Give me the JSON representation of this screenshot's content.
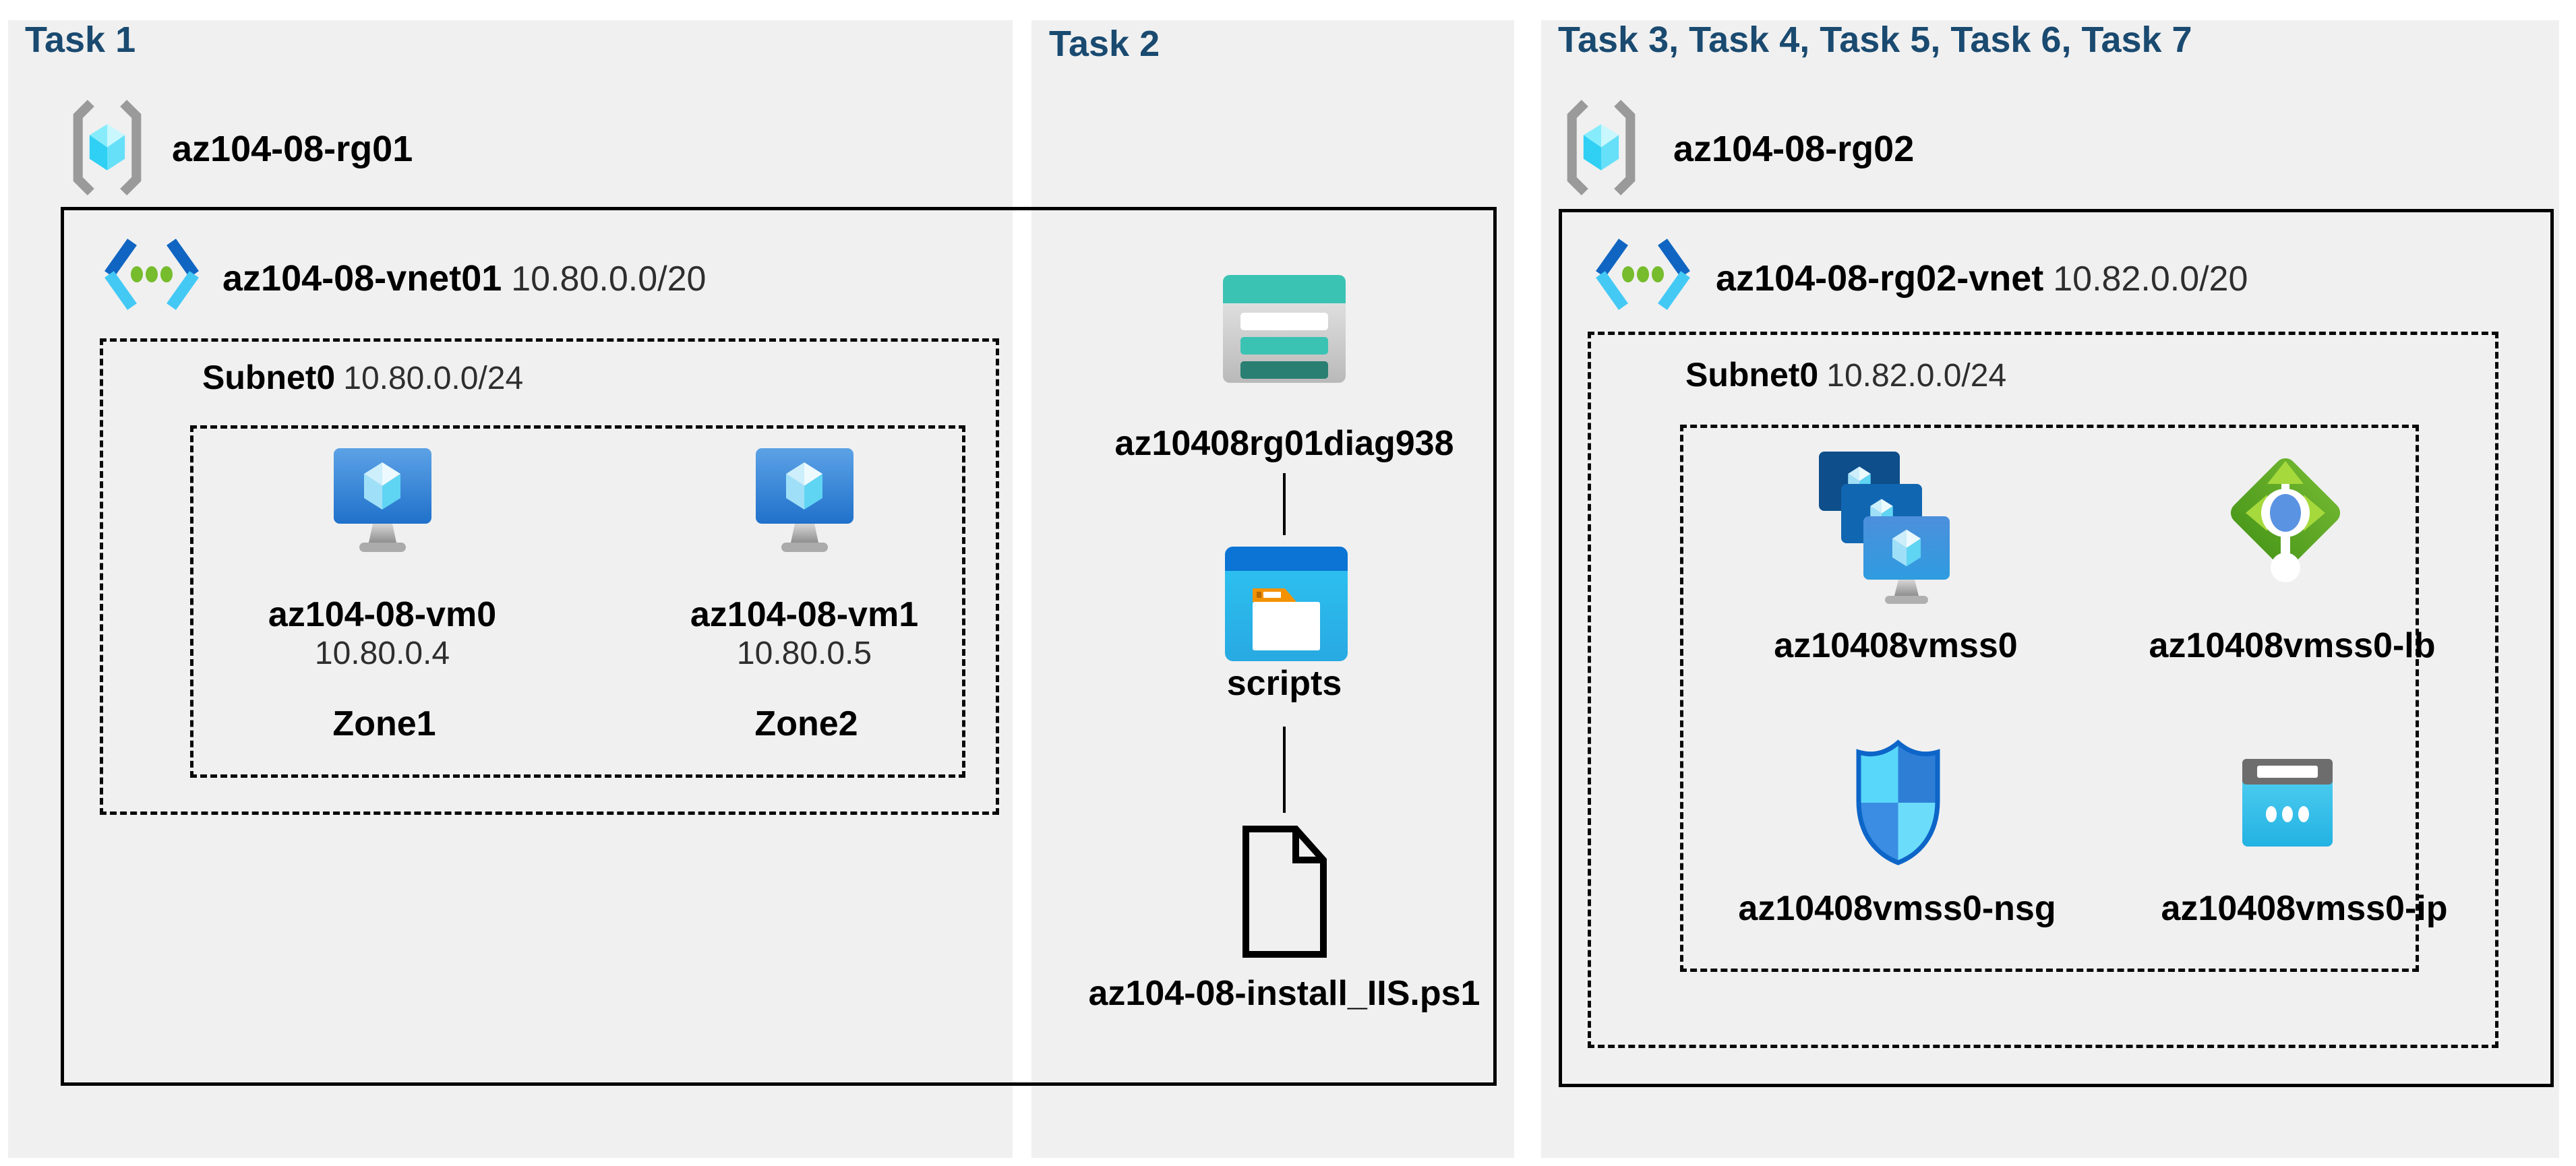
{
  "colors": {
    "page_background": "#ffffff",
    "panel_background": "#f0f0f0",
    "task_title": "#1a4a70",
    "box_stroke": "#000000",
    "storage_teal": "#3ac3b3",
    "storage_teal_dark": "#287f72",
    "azure_blue": "#0b74d4",
    "container_cyan": "#2ec5f2",
    "folder_orange": "#f39200",
    "vnet_green_dot": "#76bc2d",
    "lb_green": "#5fa723",
    "lb_lime": "#a6d93c",
    "vm_screen_blue": "#2071cb",
    "cube_cyan": "#8fdcf7",
    "nsg_blue": "#2e7ed6",
    "ip_cyan": "#23b2e2",
    "brace_gray": "#9a9a9a"
  },
  "task1": {
    "title": "Task 1",
    "resource_group": {
      "name": "az104-08-rg01"
    },
    "vnet": {
      "name": "az104-08-vnet01",
      "cidr": "10.80.0.0/20"
    },
    "subnet": {
      "name": "Subnet0",
      "cidr": "10.80.0.0/24"
    },
    "vms": [
      {
        "name": "az104-08-vm0",
        "ip": "10.80.0.4",
        "zone": "Zone1"
      },
      {
        "name": "az104-08-vm1",
        "ip": "10.80.0.5",
        "zone": "Zone2"
      }
    ]
  },
  "task2": {
    "title": "Task 2",
    "storage_account": {
      "name": "az10408rg01diag938"
    },
    "container": {
      "name": "scripts"
    },
    "file": {
      "name": "az104-08-install_IIS.ps1"
    }
  },
  "task3": {
    "title": "Task 3, Task 4, Task 5, Task 6, Task 7",
    "resource_group": {
      "name": "az104-08-rg02"
    },
    "vnet": {
      "name": "az104-08-rg02-vnet",
      "cidr": "10.82.0.0/20"
    },
    "subnet": {
      "name": "Subnet0",
      "cidr": "10.82.0.0/24"
    },
    "resources": [
      {
        "name": "az10408vmss0",
        "type": "vm-scale-set"
      },
      {
        "name": "az10408vmss0-lb",
        "type": "load-balancer"
      },
      {
        "name": "az10408vmss0-nsg",
        "type": "network-security-group"
      },
      {
        "name": "az10408vmss0-ip",
        "type": "public-ip"
      }
    ]
  }
}
